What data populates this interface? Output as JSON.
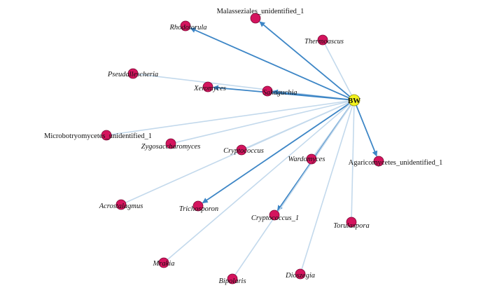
{
  "network": {
    "hub": {
      "label": "BW",
      "color": "#f2f21e"
    },
    "node_color": "#d4145e",
    "edge_strong_color": "#3d86c6",
    "edge_weak_color": "#c3d9ec",
    "nodes": [
      {
        "id": "rhodotorula",
        "label": "Rhodotorula",
        "italic": true,
        "strong": true
      },
      {
        "id": "malasseziales",
        "label": "Malasseziales_unidentified_1",
        "italic": false,
        "strong": true
      },
      {
        "id": "thermoascus",
        "label": "Thermoascus",
        "italic": true,
        "strong": false
      },
      {
        "id": "pseudallescheria",
        "label": "Pseudallescheria",
        "italic": true,
        "strong": false
      },
      {
        "id": "xeromyces",
        "label": "Xeromyces",
        "italic": true,
        "strong": true
      },
      {
        "id": "sakaguchia",
        "label": "Sakaguchia",
        "italic": true,
        "strong": true
      },
      {
        "id": "microbotryomycetes",
        "label": "Microbotryomycetes_unidentified_1",
        "italic": false,
        "strong": false
      },
      {
        "id": "zygosaccharomyces",
        "label": "Zygosaccharomyces",
        "italic": true,
        "strong": false
      },
      {
        "id": "cryptococcus",
        "label": "Cryptococcus",
        "italic": true,
        "strong": false
      },
      {
        "id": "wardomyces",
        "label": "Wardomyces",
        "italic": true,
        "strong": false
      },
      {
        "id": "agaricomycetes",
        "label": "Agaricomycetes_unidentified_1",
        "italic": false,
        "strong": true
      },
      {
        "id": "acrostalagmus",
        "label": "Acrostalagmus",
        "italic": true,
        "strong": false
      },
      {
        "id": "trichosporon",
        "label": "Trichosporon",
        "italic": true,
        "strong": true
      },
      {
        "id": "cryptococcus_1",
        "label": "Cryptococcus_1",
        "italic": true,
        "strong": true
      },
      {
        "id": "torulaspora",
        "label": "Torulaspora",
        "italic": true,
        "strong": false
      },
      {
        "id": "mrakia",
        "label": "Mrakia",
        "italic": true,
        "strong": false
      },
      {
        "id": "bipolaris",
        "label": "Bipolaris",
        "italic": true,
        "strong": false
      },
      {
        "id": "dioszegia",
        "label": "Dioszegia",
        "italic": true,
        "strong": false
      }
    ]
  }
}
